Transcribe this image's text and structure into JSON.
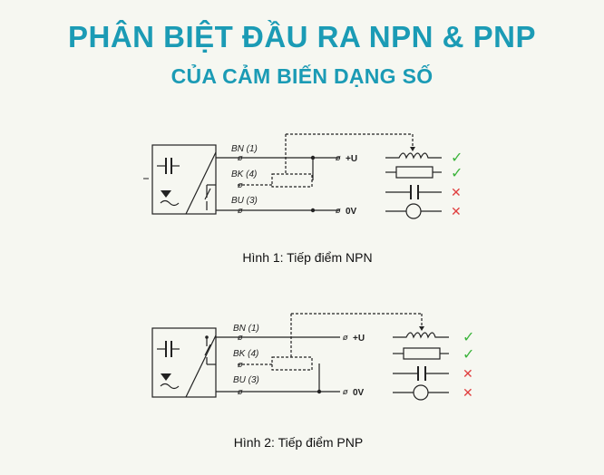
{
  "title": "PHÂN BIỆT ĐẦU RA NPN & PNP",
  "subtitle": "CỦA CẢM BIẾN DẠNG SỐ",
  "figures": [
    {
      "caption": "Hình 1: Tiếp điểm NPN",
      "wires": {
        "bn": "BN (1)",
        "bk": "BK (4)",
        "bu": "BU (3)"
      },
      "terminals": {
        "plus": "+U",
        "zero": "0V"
      },
      "symbol": {
        "ohm": "ø"
      },
      "marks": {
        "check": "✓",
        "cross": "✕"
      }
    },
    {
      "caption": "Hình 2: Tiếp điểm PNP",
      "wires": {
        "bn": "BN (1)",
        "bk": "BK (4)",
        "bu": "BU (3)"
      },
      "terminals": {
        "plus": "+U",
        "zero": "0V"
      },
      "symbol": {
        "ohm": "ø"
      },
      "marks": {
        "check": "✓",
        "cross": "✕"
      }
    }
  ],
  "colors": {
    "title": "#1b9bb5",
    "check": "#3cb43c",
    "cross": "#e04040"
  }
}
